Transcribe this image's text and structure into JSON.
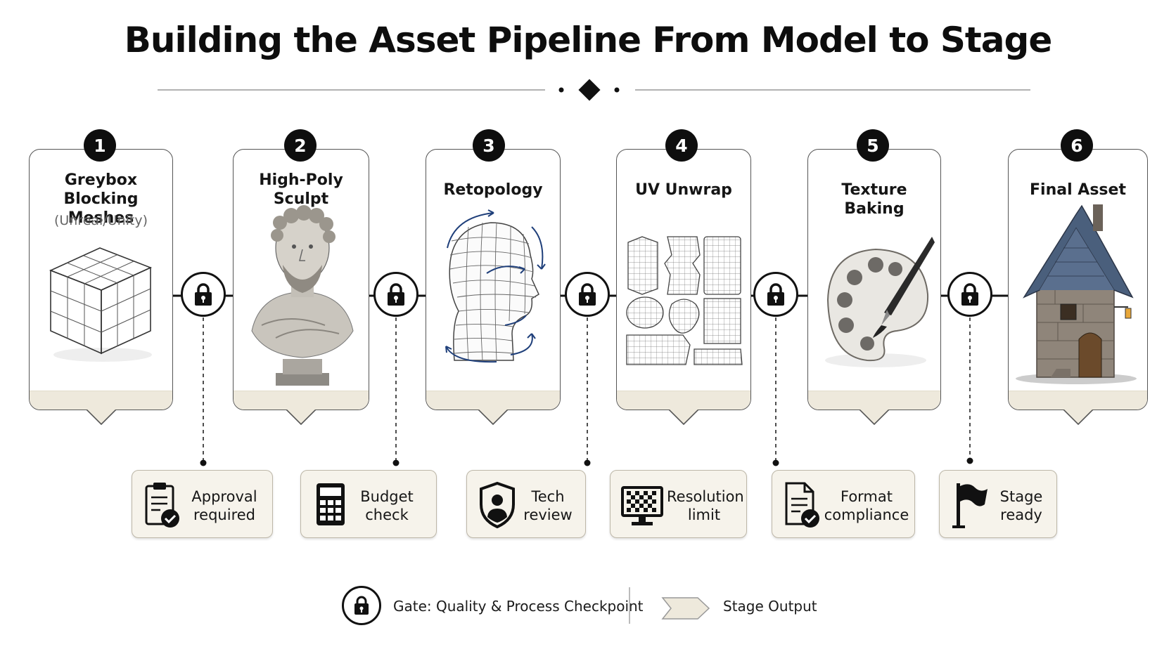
{
  "title": "Building the Asset Pipeline From Model to Stage",
  "stages": [
    {
      "number": "1",
      "title_lines": [
        "Greybox",
        "Blocking Meshes"
      ],
      "subtitle": "(Unreal/Unity)",
      "icon": "wireframe-cube-icon"
    },
    {
      "number": "2",
      "title_lines": [
        "High-Poly",
        "Sculpt"
      ],
      "icon": "marble-bust-icon"
    },
    {
      "number": "3",
      "title_lines": [
        "Retopology"
      ],
      "icon": "wireframe-head-icon"
    },
    {
      "number": "4",
      "title_lines": [
        "UV Unwrap"
      ],
      "icon": "uv-islands-icon"
    },
    {
      "number": "5",
      "title_lines": [
        "Texture Baking"
      ],
      "icon": "paint-palette-icon"
    },
    {
      "number": "6",
      "title_lines": [
        "Final Asset"
      ],
      "icon": "stone-cottage-icon"
    }
  ],
  "checkpoints": [
    {
      "lines": [
        "Approval",
        "required"
      ],
      "icon": "clipboard-check-icon"
    },
    {
      "lines": [
        "Budget",
        "check"
      ],
      "icon": "calculator-icon"
    },
    {
      "lines": [
        "Tech",
        "review"
      ],
      "icon": "shield-user-icon"
    },
    {
      "lines": [
        "Resolution",
        "limit"
      ],
      "icon": "checker-monitor-icon"
    },
    {
      "lines": [
        "Format",
        "compliance"
      ],
      "icon": "document-check-icon"
    },
    {
      "lines": [
        "Stage",
        "ready"
      ],
      "icon": "flag-icon"
    }
  ],
  "legend": {
    "gate_label": "Gate: Quality & Process Checkpoint",
    "output_label": "Stage Output",
    "gate_icon": "padlock-icon",
    "output_icon": "output-arrow-icon"
  },
  "colors": {
    "ink": "#111111",
    "band": "#eee9dc",
    "check_bg": "#f6f3eb",
    "accent_blue": "#1f3f7a",
    "roof_blue": "#4a5f7c"
  }
}
